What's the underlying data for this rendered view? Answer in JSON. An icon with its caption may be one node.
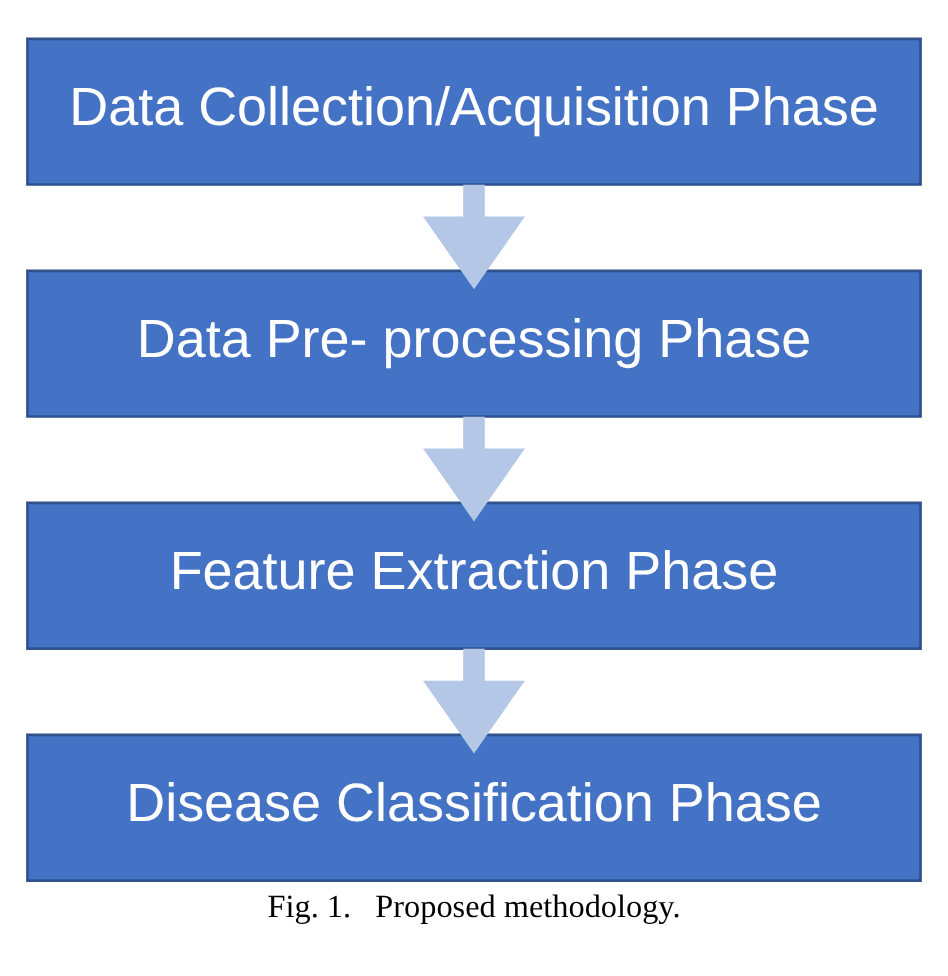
{
  "diagram": {
    "caption": "Fig. 1.   Proposed methodology.",
    "nodes": [
      {
        "text": [
          "Data Collection/Acquisition Phase"
        ]
      },
      {
        "text": [
          "Data Pre- processing Phase"
        ]
      },
      {
        "text": [
          "Feature Extraction Phase"
        ]
      },
      {
        "text": [
          "Disease Classification Phase"
        ]
      }
    ],
    "edges": [
      {
        "from": 0,
        "to": 1,
        "arrow": "to"
      },
      {
        "from": 1,
        "to": 2,
        "arrow": "to"
      },
      {
        "from": 2,
        "to": 3,
        "arrow": "to"
      }
    ]
  }
}
